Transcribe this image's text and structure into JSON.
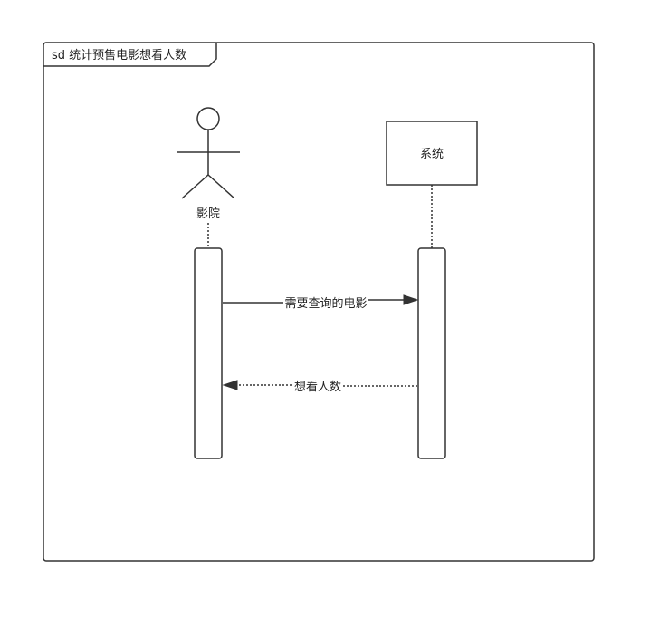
{
  "frame": {
    "title": "sd 统计预售电影想看人数"
  },
  "actor": {
    "label": "影院"
  },
  "system": {
    "label": "系统"
  },
  "messages": [
    {
      "label": "需要查询的电影",
      "style": "solid",
      "direction": "actor-to-system"
    },
    {
      "label": "想看人数",
      "style": "dotted",
      "direction": "system-to-actor"
    }
  ],
  "colors": {
    "stroke": "#333333",
    "background": "#ffffff"
  }
}
